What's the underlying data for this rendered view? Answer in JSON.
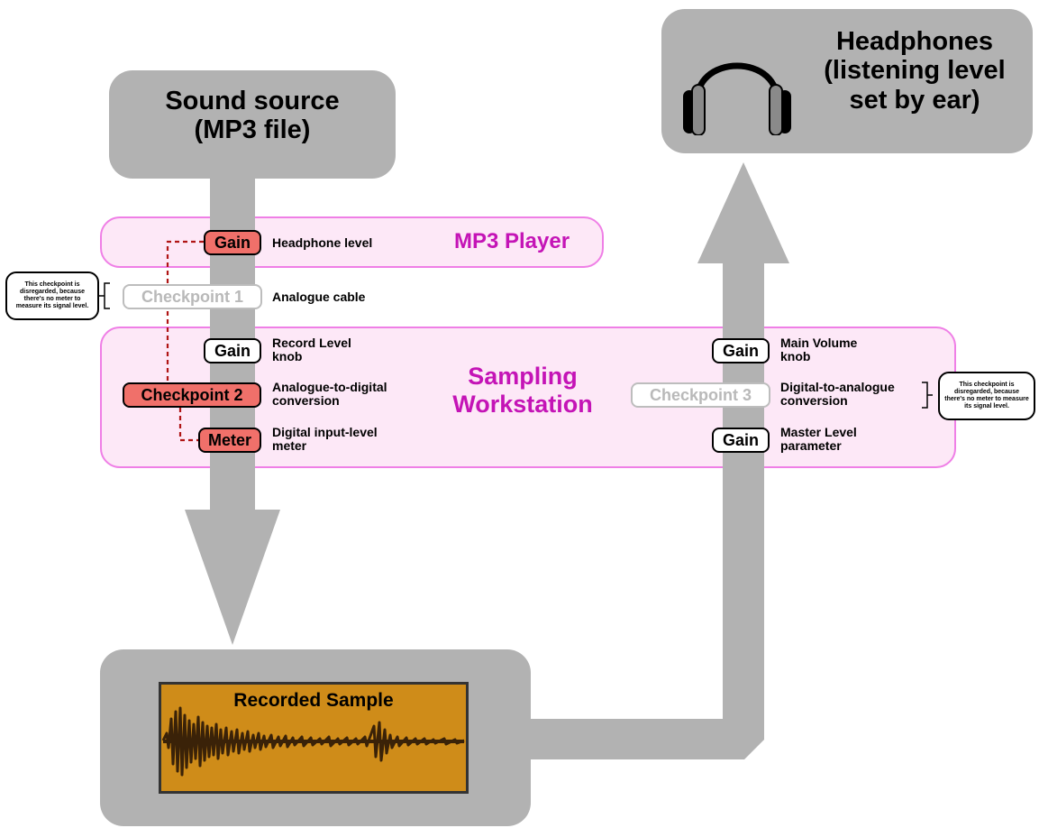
{
  "sources": {
    "sound_source": "Sound source\n(MP3 file)",
    "headphones": "Headphones\n(listening level\nset by ear)"
  },
  "zones": {
    "mp3_player": "MP3 Player",
    "workstation": "Sampling\nWorkstation"
  },
  "pills": {
    "gain_headphone": "Gain",
    "checkpoint1": "Checkpoint 1",
    "gain_record": "Gain",
    "checkpoint2": "Checkpoint 2",
    "meter": "Meter",
    "gain_main": "Gain",
    "checkpoint3": "Checkpoint 3",
    "gain_master": "Gain"
  },
  "labels": {
    "headphone_level": "Headphone level",
    "analogue_cable": "Analogue cable",
    "record_level": "Record Level\nknob",
    "adc": "Analogue-to-digital\nconversion",
    "input_meter": "Digital input-level\nmeter",
    "main_volume": "Main Volume\nknob",
    "dac": "Digital-to-analogue\nconversion",
    "master_level": "Master Level\nparameter"
  },
  "notes": {
    "left": "This checkpoint is disregarded, because there's no meter to measure its signal level.",
    "right": "This checkpoint is disregarded, because there's no meter to measure its signal level."
  },
  "sample": {
    "title": "Recorded Sample"
  },
  "colors": {
    "arrow": "#b2b2b2",
    "zone_fill": "#fde8f7",
    "zone_border": "#ef7fe6",
    "zone_title": "#c414b6",
    "highlight": "#f0706a",
    "dashed_line": "#b01515",
    "sample_fill": "#cf8c19"
  }
}
